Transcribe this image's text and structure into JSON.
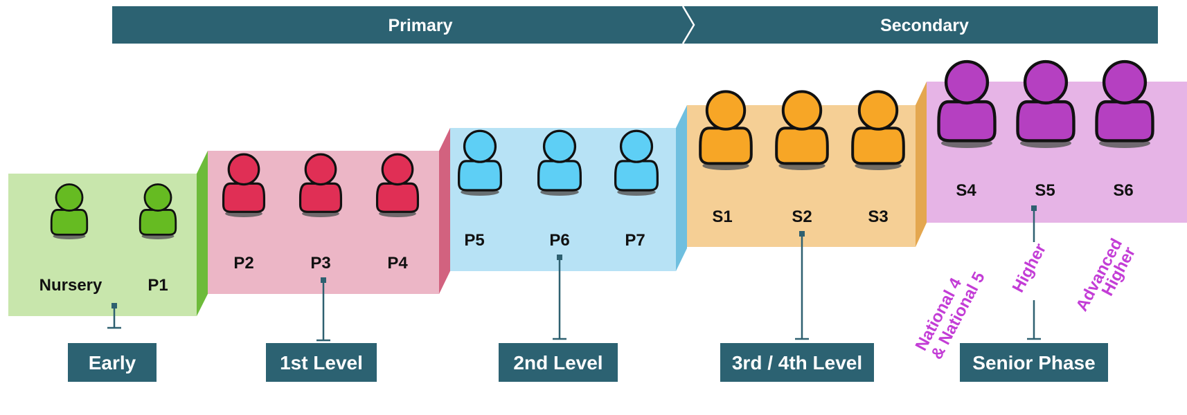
{
  "banners": {
    "primary": "Primary",
    "secondary": "Secondary"
  },
  "colors": {
    "banner": "#2c6272",
    "early_top": "#c8e6ac",
    "early_side": "#6dbb3a",
    "early_figure": "#66bb22",
    "first_top": "#ecb6c6",
    "first_side": "#d2627f",
    "first_figure": "#e02f55",
    "second_top": "#b7e2f5",
    "second_side": "#6fbfdf",
    "second_figure": "#5ecff5",
    "third_top": "#f5cf95",
    "third_side": "#e4a74f",
    "third_figure": "#f7a626",
    "senior_top": "#e6b4e6",
    "senior_side": "#b76ac0",
    "senior_figure": "#b540c1",
    "qualification_text": "#c33dd6"
  },
  "years": {
    "nursery": "Nursery",
    "p1": "P1",
    "p2": "P2",
    "p3": "P3",
    "p4": "P4",
    "p5": "P5",
    "p6": "P6",
    "p7": "P7",
    "s1": "S1",
    "s2": "S2",
    "s3": "S3",
    "s4": "S4",
    "s5": "S5",
    "s6": "S6"
  },
  "stages": {
    "early": "Early",
    "first_level": "1st Level",
    "second_level": "2nd Level",
    "third_fourth_level": "3rd / 4th Level",
    "senior_phase": "Senior Phase"
  },
  "qualifications": {
    "national": [
      "National 4",
      "& National 5"
    ],
    "higher": "Higher",
    "advanced": [
      "Advanced",
      "Higher"
    ]
  }
}
